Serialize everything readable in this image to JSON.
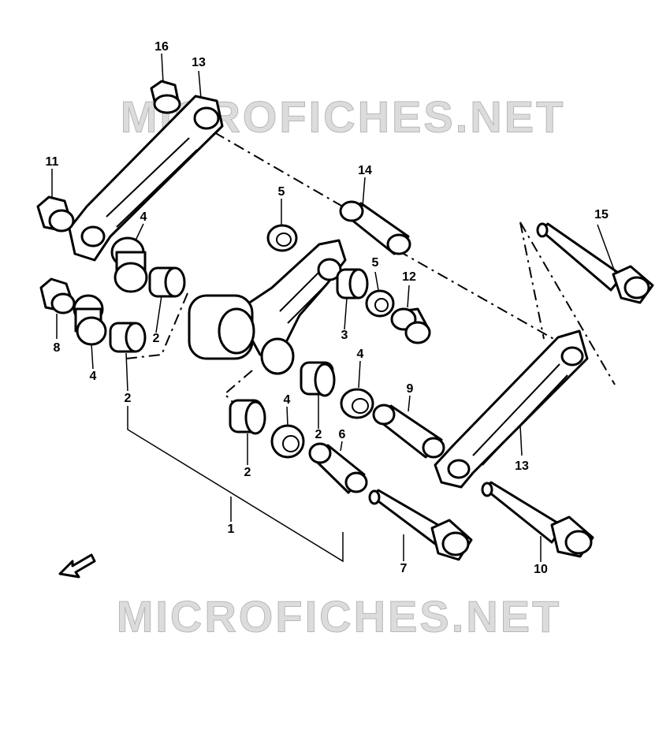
{
  "watermark": "MICROFICHES.NET",
  "callouts": {
    "c1": "1",
    "c2a": "2",
    "c2b": "2",
    "c2c": "2",
    "c2d": "2",
    "c3": "3",
    "c4a": "4",
    "c4b": "4",
    "c4c": "4",
    "c4d": "4",
    "c5a": "5",
    "c5b": "5",
    "c6": "6",
    "c7": "7",
    "c8": "8",
    "c9": "9",
    "c10": "10",
    "c11": "11",
    "c12": "12",
    "c13a": "13",
    "c13b": "13",
    "c14": "14",
    "c15": "15",
    "c16": "16"
  },
  "colors": {
    "line": "#000000",
    "background": "#ffffff",
    "watermark": "#dcdcdc"
  }
}
